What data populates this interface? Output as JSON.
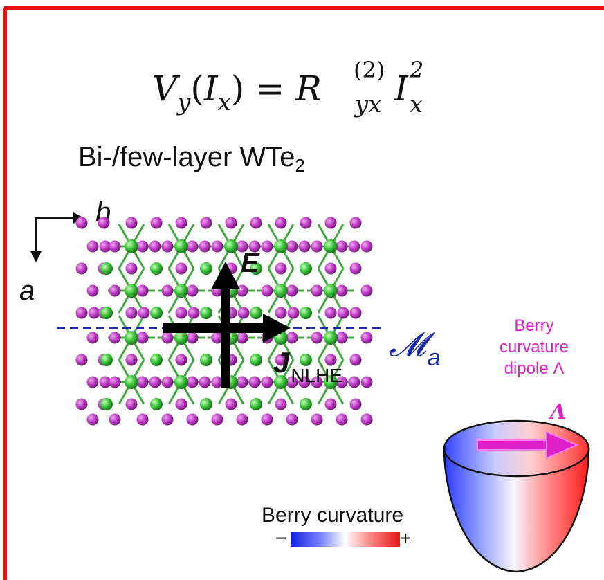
{
  "formula": {
    "lhs_V": "V",
    "lhs_V_sub": "y",
    "lhs_I": "I",
    "lhs_I_sub": "x",
    "equals": "=",
    "rhs_R": "R",
    "rhs_R_sup": "(2)",
    "rhs_R_sub": "yx",
    "rhs_I": "I",
    "rhs_I_sup": "2",
    "rhs_I_sub": "x"
  },
  "title": {
    "main": "Bi-/few-layer WTe",
    "subscript": "2"
  },
  "axes": {
    "b": "b",
    "a": "a"
  },
  "field_label": "E",
  "current_label": {
    "main": "J",
    "subscript": "NLHE"
  },
  "mirror_label": {
    "symbol": "𝓜",
    "subscript": "a"
  },
  "dipole": {
    "line1": "Berry",
    "line2": "curvature",
    "line3": "dipole Λ",
    "arrow_label": "Λ"
  },
  "colorbar": {
    "title": "Berry curvature",
    "min_label": "−",
    "max_label": "+"
  },
  "colors": {
    "frame": "#e81010",
    "tellurium_atom": "#c040c8",
    "tungsten_atom": "#3cc43c",
    "mirror_line": "#1a2aa8",
    "dipole_text": "#e020c8",
    "negative": "#1020e0",
    "positive": "#e01818"
  }
}
